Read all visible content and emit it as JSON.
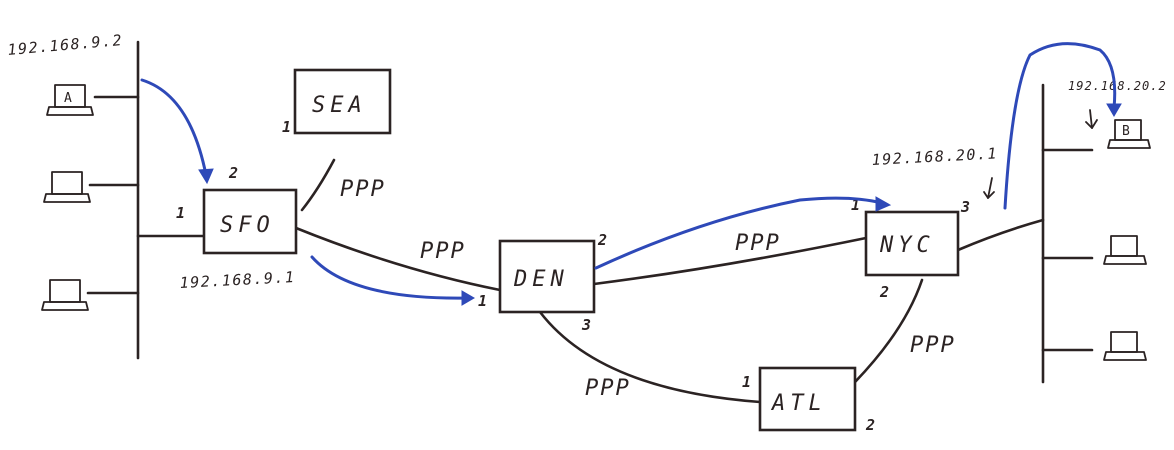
{
  "routers": {
    "sfo": {
      "label": "SFO"
    },
    "sea": {
      "label": "SEA"
    },
    "den": {
      "label": "DEN"
    },
    "nyc": {
      "label": "NYC"
    },
    "atl": {
      "label": "ATL"
    }
  },
  "links": {
    "sfo_sea": "PPP",
    "sfo_den": "PPP",
    "den_nyc": "PPP",
    "den_atl": "PPP",
    "atl_nyc": "PPP"
  },
  "ports": {
    "sfo_lan": "1",
    "sfo_top": "2",
    "sea": "1",
    "den_sfo": "1",
    "den_nyc": "2",
    "den_atl": "3",
    "nyc_den": "1",
    "nyc_atl": "2",
    "nyc_lan": "3",
    "atl_den": "1",
    "atl_nyc": "2"
  },
  "addresses": {
    "host_a": "192.168.9.2",
    "sfo_if": "192.168.9.1",
    "nyc_if": "192.168.20.1",
    "host_b": "192.168.20.2"
  },
  "hosts": {
    "source_letter": "A",
    "dest_letter": "B"
  },
  "colors": {
    "ink": "#2b2323",
    "path": "#2e49b8"
  }
}
